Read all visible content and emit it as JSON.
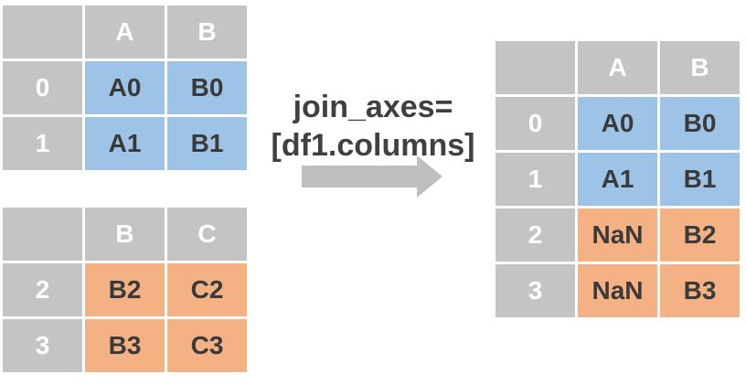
{
  "colors": {
    "header": "#c4c4c4",
    "values_df1": "#9dc3e6",
    "values_df2": "#f4b183",
    "text": "#3a3a3a",
    "arrow": "#bfbfbf"
  },
  "df1": {
    "columns": [
      "A",
      "B"
    ],
    "rows": [
      {
        "index": "0",
        "cells": [
          "A0",
          "B0"
        ]
      },
      {
        "index": "1",
        "cells": [
          "A1",
          "B1"
        ]
      }
    ]
  },
  "df2": {
    "columns": [
      "B",
      "C"
    ],
    "rows": [
      {
        "index": "2",
        "cells": [
          "B2",
          "C2"
        ]
      },
      {
        "index": "3",
        "cells": [
          "B3",
          "C3"
        ]
      }
    ]
  },
  "operation": {
    "line1": "join_axes=",
    "line2": "[df1.columns]"
  },
  "result": {
    "columns": [
      "A",
      "B"
    ],
    "rows": [
      {
        "index": "0",
        "cells": [
          "A0",
          "B0"
        ]
      },
      {
        "index": "1",
        "cells": [
          "A1",
          "B1"
        ]
      },
      {
        "index": "2",
        "cells": [
          "NaN",
          "B2"
        ]
      },
      {
        "index": "3",
        "cells": [
          "NaN",
          "B3"
        ]
      }
    ]
  }
}
